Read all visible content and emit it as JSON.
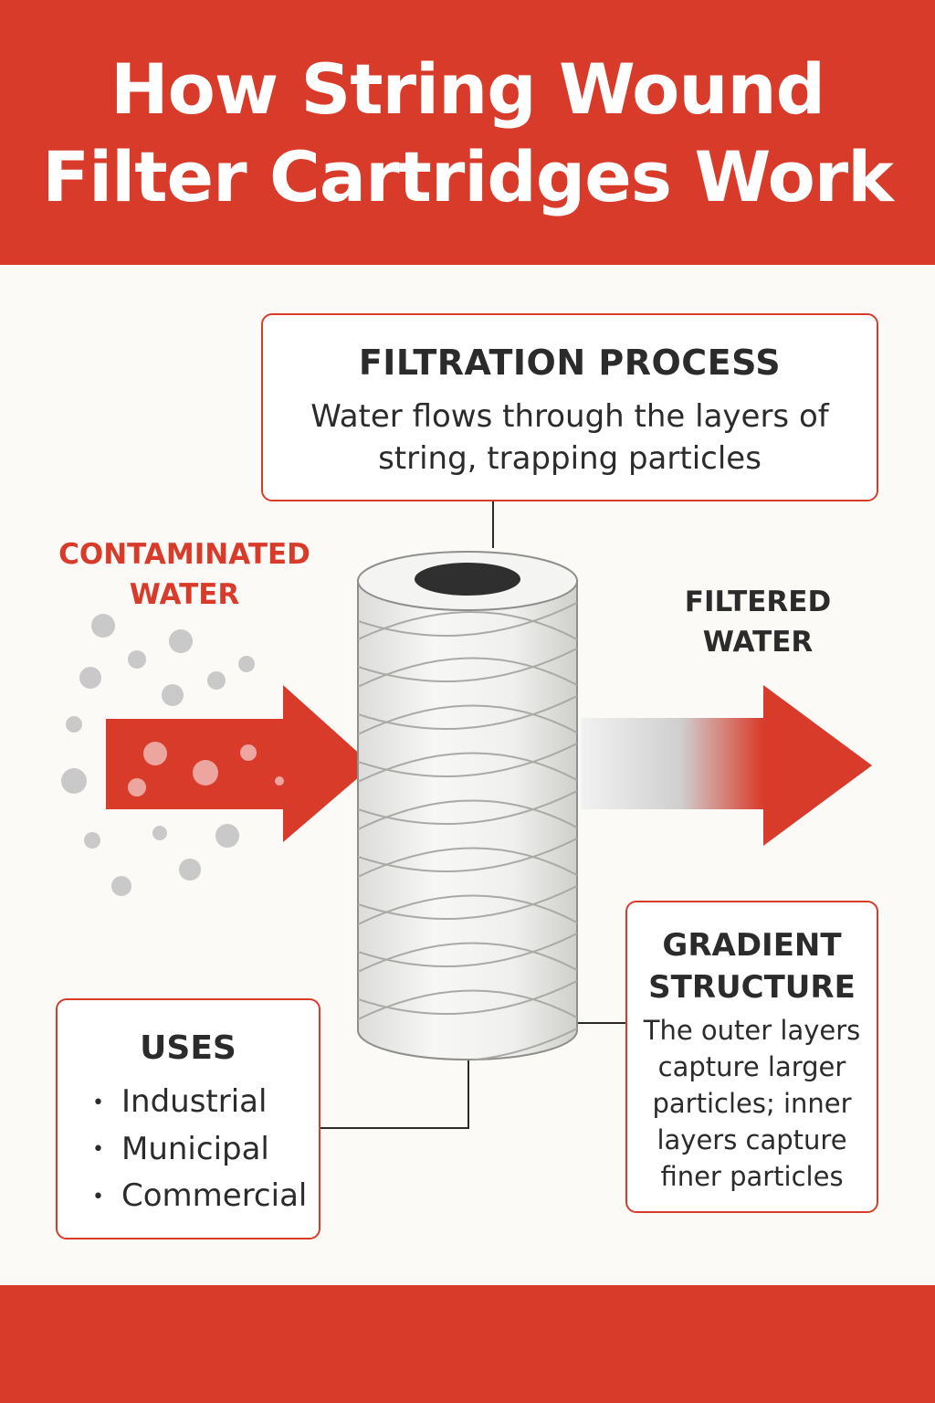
{
  "title": {
    "line1": "How String Wound",
    "line2": "Filter Cartridges Work"
  },
  "labels": {
    "contaminated_line1": "CONTAMINATED",
    "contaminated_line2": "WATER",
    "filtered_line1": "FILTERED",
    "filtered_line2": "WATER"
  },
  "filtration_process": {
    "heading": "FILTRATION PROCESS",
    "line1": "Water flows through the layers of",
    "line2": "string, trapping particles"
  },
  "uses": {
    "heading": "USES",
    "items": [
      "Industrial",
      "Municipal",
      "Commercial"
    ]
  },
  "gradient_structure": {
    "heading_line1": "GRADIENT",
    "heading_line2": "STRUCTURE",
    "lines": [
      "The outer layers",
      "capture larger",
      "particles; inner",
      "layers capture",
      "finer particles"
    ]
  },
  "icons": {
    "inlet_arrow": "arrow-right-icon",
    "outlet_arrow": "arrow-right-icon",
    "cartridge": "filter-cartridge-icon",
    "particles": "particle-dots-icon"
  },
  "colors": {
    "accent": "#d93b2a",
    "text": "#2b2b2b",
    "background": "#fbfaf6",
    "particle": "#c9c9c9",
    "outlet_gray": "#cfcfcf"
  }
}
